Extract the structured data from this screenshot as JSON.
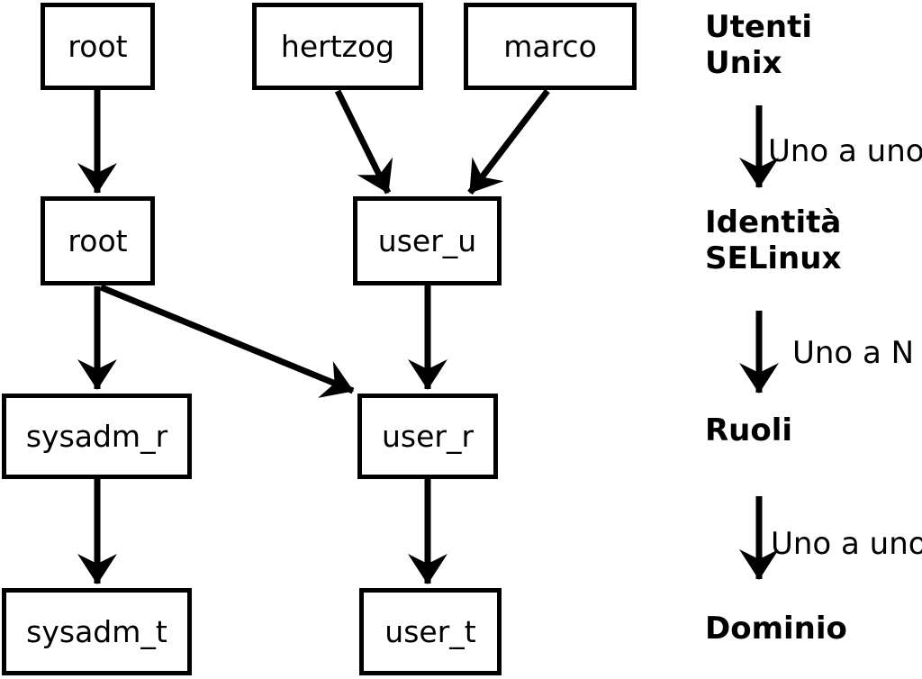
{
  "canvas": {
    "background_color": "#ffffff",
    "line_color": "#000000"
  },
  "nodes": {
    "unix_root": "root",
    "unix_hertzog": "hertzog",
    "unix_marco": "marco",
    "selinux_root": "root",
    "selinux_user_u": "user_u",
    "role_sysadm_r": "sysadm_r",
    "role_user_r": "user_r",
    "domain_sysadm_t": "sysadm_t",
    "domain_user_t": "user_t"
  },
  "legend": {
    "levels": [
      {
        "lines": [
          "Utenti",
          "Unix"
        ]
      },
      {
        "lines": [
          "Identità",
          "SELinux"
        ]
      },
      {
        "lines": [
          "Ruoli"
        ]
      },
      {
        "lines": [
          "Dominio"
        ]
      }
    ],
    "relations": [
      "Uno a uno",
      "Uno a N",
      "Uno a uno"
    ]
  }
}
